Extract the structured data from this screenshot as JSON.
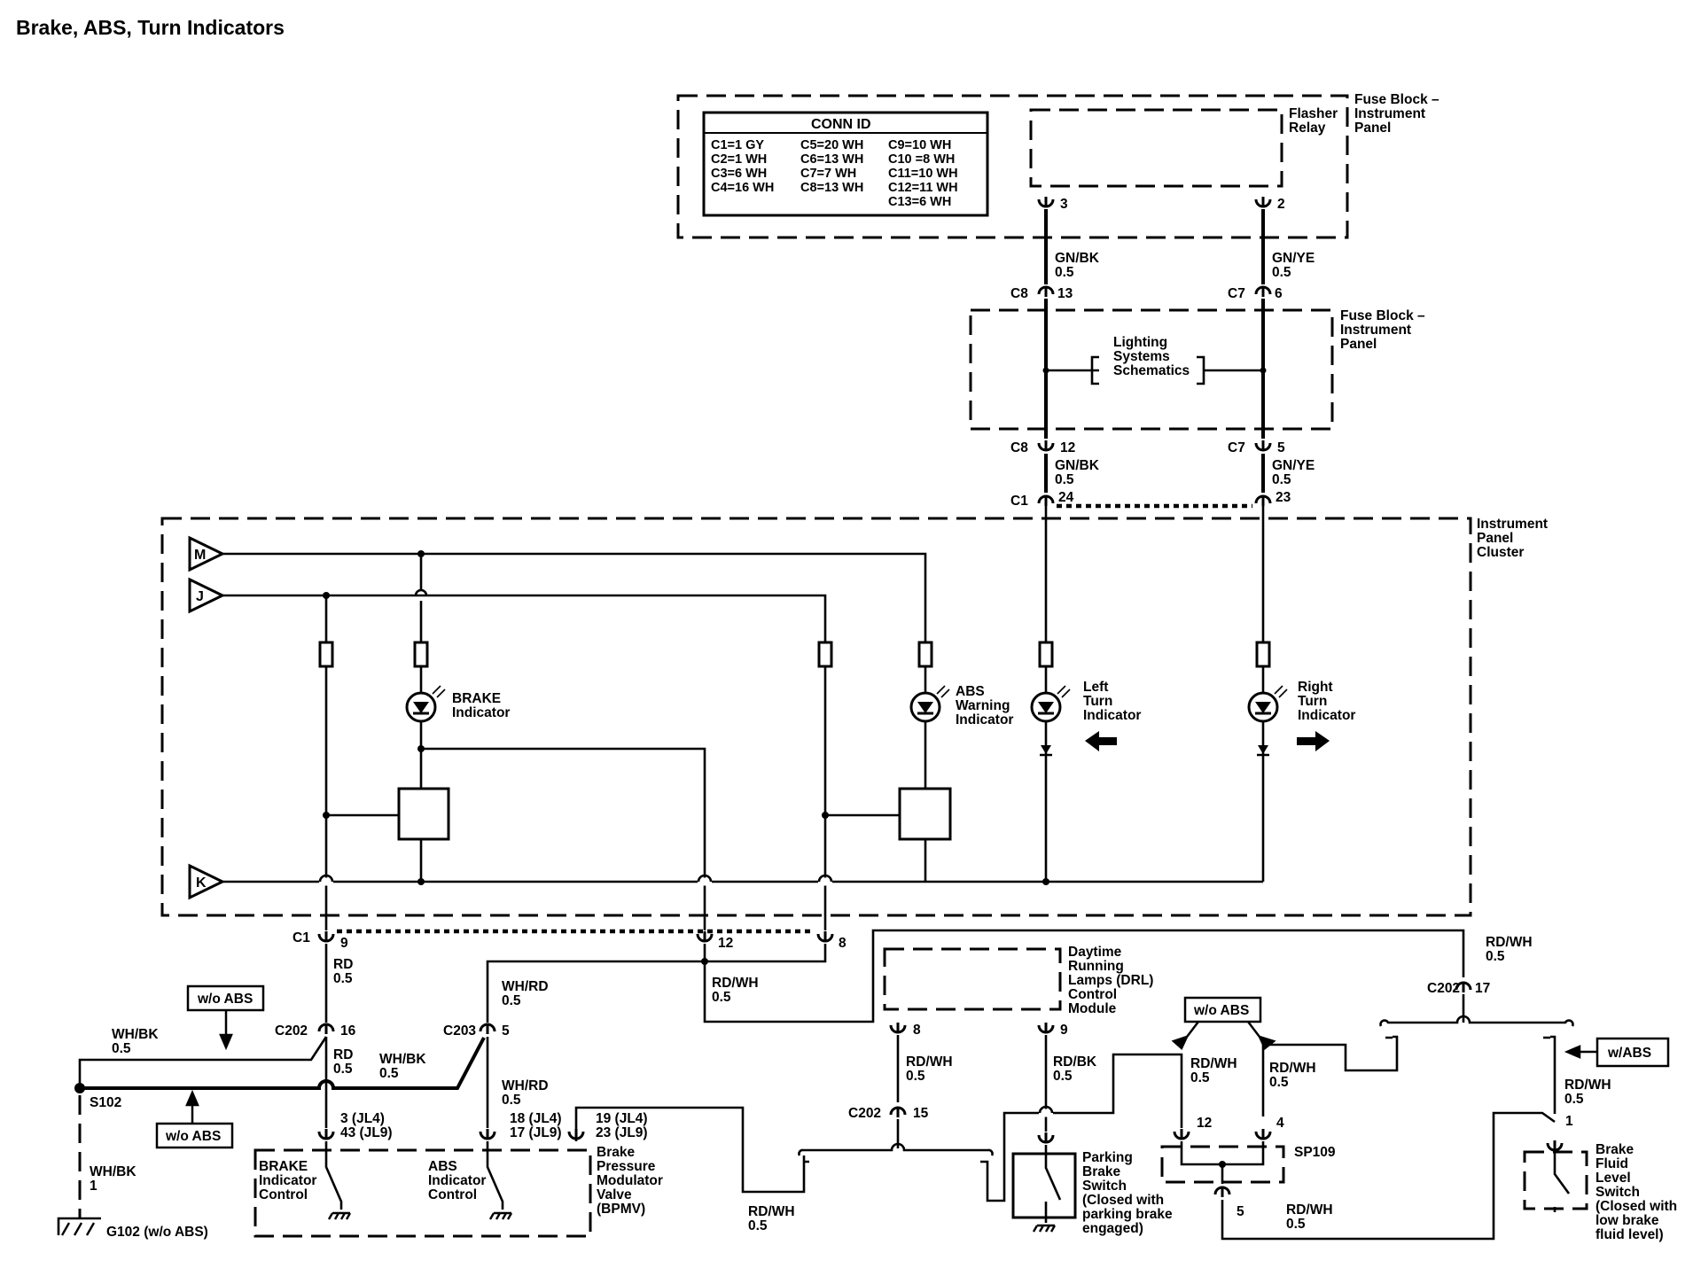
{
  "title": "Brake, ABS, Turn Indicators",
  "conn_table": {
    "header": "CONN ID",
    "col1": [
      "C1=1 GY",
      "C2=1 WH",
      "C3=6 WH",
      "C4=16 WH"
    ],
    "col2": [
      "C5=20 WH",
      "C6=13 WH",
      "C7=7 WH",
      "C8=13 WH"
    ],
    "col3": [
      "C9=10 WH",
      "C10 =8 WH",
      "C11=10 WH",
      "C12=11 WH",
      "C13=6 WH"
    ]
  },
  "components": {
    "fuse_block_top": [
      "Fuse Block –",
      "Instrument",
      "Panel"
    ],
    "flasher_relay": [
      "Flasher",
      "Relay"
    ],
    "fuse_block_mid": [
      "Fuse Block –",
      "Instrument",
      "Panel"
    ],
    "lighting": [
      "Lighting",
      "Systems",
      "Schematics"
    ],
    "ipc": [
      "Instrument",
      "Panel",
      "Cluster"
    ],
    "brake_ind": [
      "BRAKE",
      "Indicator"
    ],
    "abs_ind": [
      "ABS",
      "Warning",
      "Indicator"
    ],
    "left_turn": [
      "Left",
      "Turn",
      "Indicator"
    ],
    "right_turn": [
      "Right",
      "Turn",
      "Indicator"
    ],
    "drl": [
      "Daytime",
      "Running",
      "Lamps (DRL)",
      "Control",
      "Module"
    ],
    "brake_ctl": [
      "BRAKE",
      "Indicator",
      "Control"
    ],
    "abs_ctl": [
      "ABS",
      "Indicator",
      "Control"
    ],
    "bpmv": [
      "Brake",
      "Pressure",
      "Modulator",
      "Valve",
      "(BPMV)"
    ],
    "parking": [
      "Parking",
      "Brake",
      "Switch",
      "(Closed with",
      "parking brake",
      "engaged)"
    ],
    "fluid": [
      "Brake",
      "Fluid",
      "Level",
      "Switch",
      "(Closed with",
      "low brake",
      "fluid level)"
    ],
    "sp109": "SP109",
    "s102": "S102",
    "g102": "G102 (w/o ABS)",
    "wo_abs_1": "w/o ABS",
    "wo_abs_2": "w/o ABS",
    "wo_abs_3": "w/o ABS",
    "w_abs": "w/ABS"
  },
  "offpage": {
    "m": "M",
    "j": "J",
    "k": "K"
  },
  "pins": {
    "fr3": "3",
    "fr2": "2",
    "c8a": "C8",
    "c8a_pin": "13",
    "c7a": "C7",
    "c7a_pin": "6",
    "c8b": "C8",
    "c8b_pin": "12",
    "c7b": "C7",
    "c7b_pin": "5",
    "c1a": "C1",
    "c1a_pin24": "24",
    "c1a_pin23": "23",
    "c1b": "C1",
    "c1b_pin9": "9",
    "c1b_pin12": "12",
    "c1b_pin8": "8",
    "c202a": "C202",
    "c202a_pin": "16",
    "c203": "C203",
    "c203_pin": "5",
    "c202b": "C202",
    "c202b_pin": "17",
    "c202c": "C202",
    "c202c_pin": "15",
    "drl8": "8",
    "drl9": "9",
    "bc_pin": [
      "3 (JL4)",
      "43 (JL9)"
    ],
    "ac_pin": [
      "18 (JL4)",
      "17 (JL9)"
    ],
    "bp_pin": [
      "19 (JL4)",
      "23 (JL9)"
    ],
    "sp12": "12",
    "sp4": "4",
    "sp5": "5",
    "bfl1": "1",
    "g1": "1"
  },
  "wires": {
    "gnbk_a": [
      "GN/BK",
      "0.5"
    ],
    "gnye_a": [
      "GN/YE",
      "0.5"
    ],
    "gnbk_b": [
      "GN/BK",
      "0.5"
    ],
    "gnye_b": [
      "GN/YE",
      "0.5"
    ],
    "rd_a": [
      "RD",
      "0.5"
    ],
    "whrd_a": [
      "WH/RD",
      "0.5"
    ],
    "rdwh_a": [
      "RD/WH",
      "0.5"
    ],
    "rdwh_top": [
      "RD/WH",
      "0.5"
    ],
    "whbk_a": [
      "WH/BK",
      "0.5"
    ],
    "rd_b": [
      "RD",
      "0.5"
    ],
    "whbk_b": [
      "WH/BK",
      "0.5"
    ],
    "whrd_b": [
      "WH/RD",
      "0.5"
    ],
    "rdwh_drl": [
      "RD/WH",
      "0.5"
    ],
    "rdbk": [
      "RD/BK",
      "0.5"
    ],
    "rdwh_sp12": [
      "RD/WH",
      "0.5"
    ],
    "rdwh_sp4": [
      "RD/WH",
      "0.5"
    ],
    "rdwh_bf": [
      "RD/WH",
      "0.5"
    ],
    "rdwh_bot": [
      "RD/WH",
      "0.5"
    ],
    "rdwh_sp5": [
      "RD/WH",
      "0.5"
    ],
    "whbk_g": [
      "WH/BK",
      "1"
    ]
  }
}
